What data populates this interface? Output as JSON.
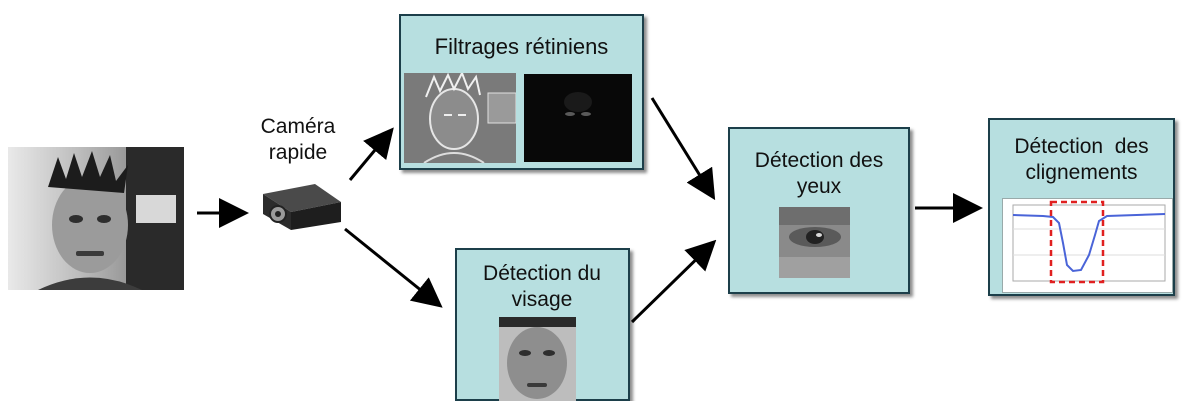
{
  "camera": {
    "label": "Caméra rapide"
  },
  "nodes": {
    "filtrages": "Filtrages rétiniens",
    "visage": "Détection du visage",
    "yeux": "Détection des yeux",
    "clignements": "Détection  des clignements"
  },
  "colors": {
    "box_fill": "#b7dfe0",
    "box_border": "#1c3f4a",
    "signal": "#4a64d8",
    "highlight": "#e02020"
  }
}
